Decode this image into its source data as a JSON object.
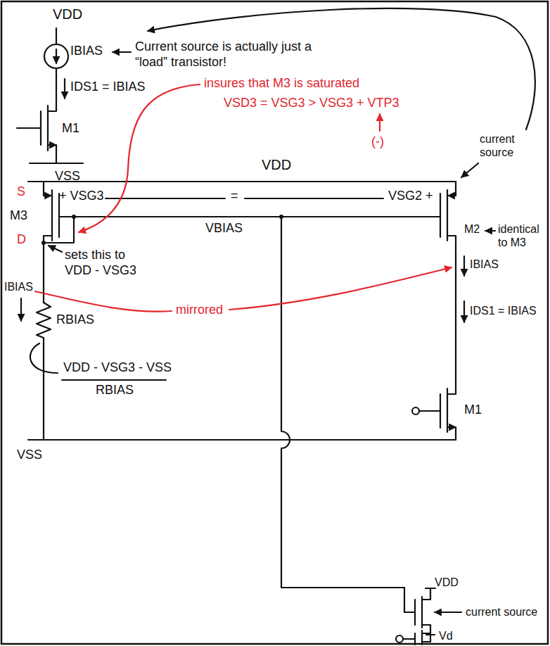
{
  "diagram": {
    "labels": [
      "VDD",
      "IBIAS",
      "Current source is actually just a “load” transistor!",
      "IDS1 = IBIAS",
      "M1",
      "VSS",
      "insures that M3 is saturated",
      "VSD3 = VSG3 > VSG3 + VTP3",
      "(-)",
      "VDD",
      "current source",
      "S",
      "+ VSG3",
      "=",
      "VSG2 +",
      "M3",
      "VBIAS",
      "M2",
      "identical to M3",
      "D",
      "sets this to VDD - VSG3",
      "IBIAS",
      "IBIAS",
      "RBIAS",
      "mirrored",
      "IDS1 = IBIAS",
      "M1",
      "VDD - VSG3 - VSS",
      "RBIAS",
      "VSS",
      "VDD",
      "current source",
      "Vd"
    ]
  }
}
